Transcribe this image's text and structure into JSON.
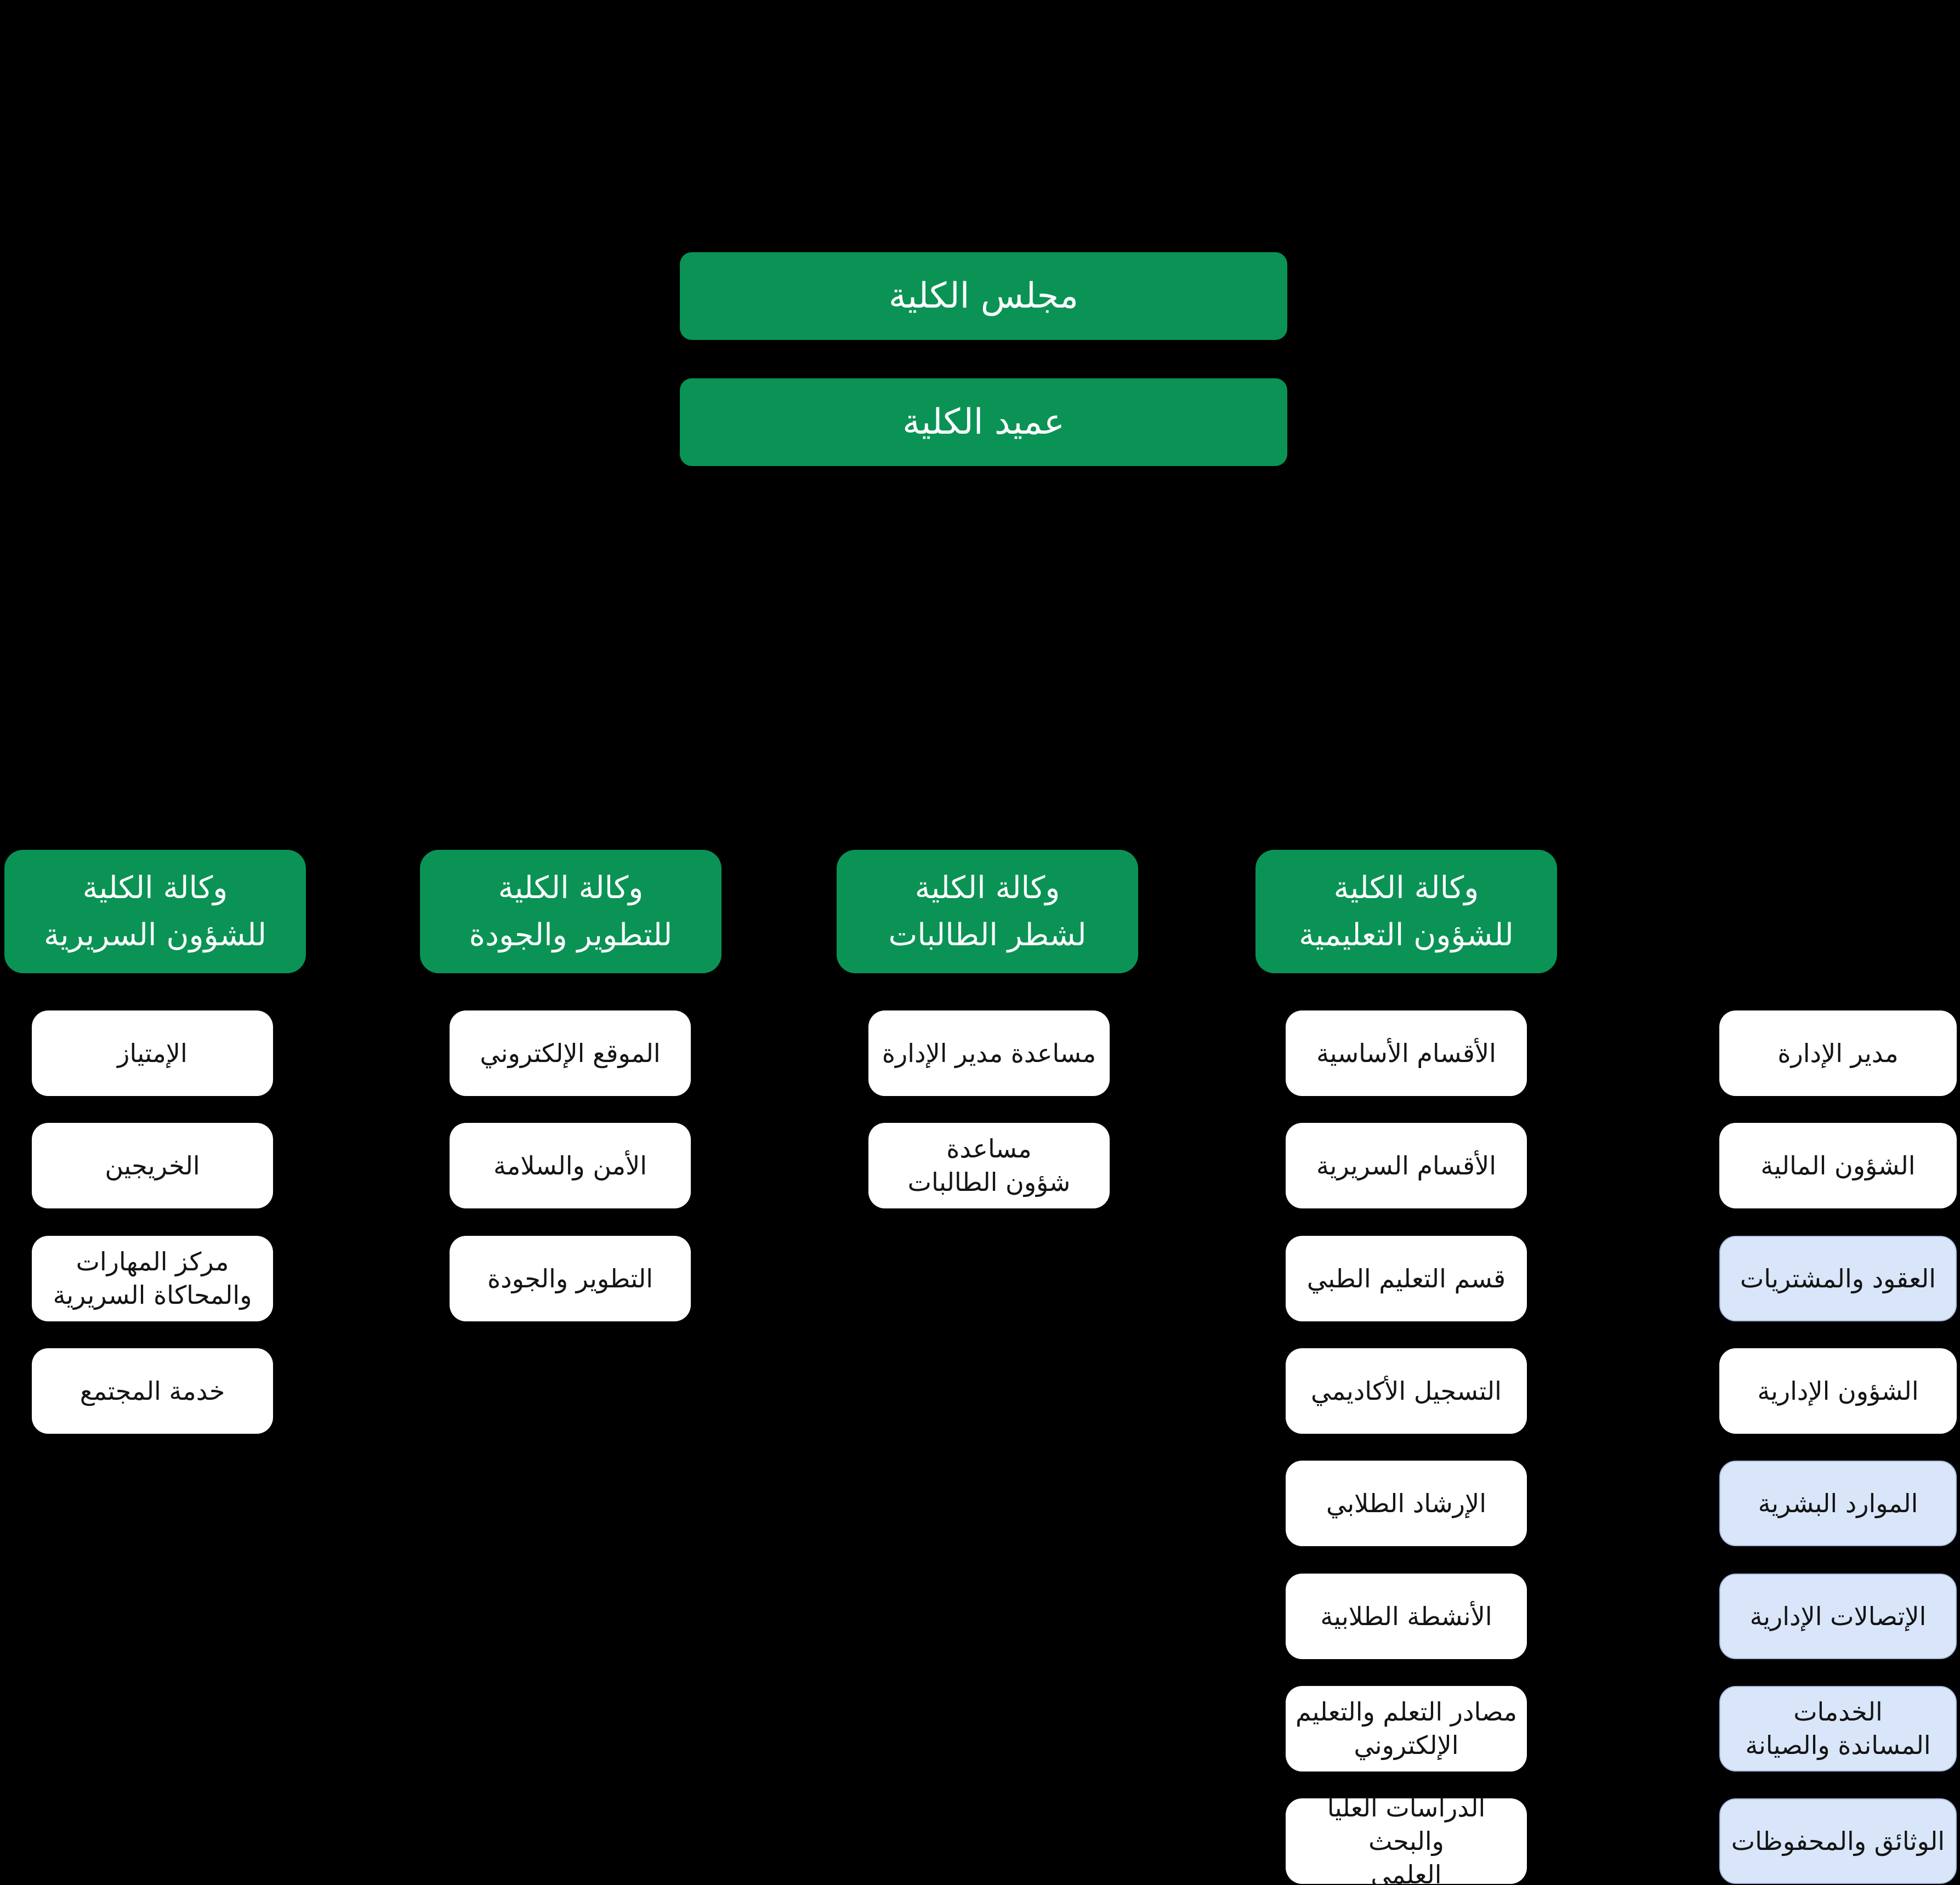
{
  "colors": {
    "background": "#000000",
    "primary_green": "#0a9355",
    "unit_white": "#ffffff",
    "unit_blue": "#d9e6fa",
    "text_on_green": "#ffffff",
    "text_on_light": "#141414"
  },
  "top_nodes": {
    "council": "مجلس الكلية",
    "dean": "عميد الكلية"
  },
  "branches": [
    {
      "header": "وكالة الكلية\nللشؤون السريرية",
      "items": [
        {
          "label": "الإمتياز"
        },
        {
          "label": "الخريجين"
        },
        {
          "label": "مركز المهارات\nوالمحاكاة السريرية"
        },
        {
          "label": "خدمة المجتمع"
        }
      ]
    },
    {
      "header": "وكالة الكلية\nللتطوير والجودة",
      "items": [
        {
          "label": "الموقع الإلكتروني"
        },
        {
          "label": "الأمن والسلامة"
        },
        {
          "label": "التطوير والجودة"
        }
      ]
    },
    {
      "header": "وكالة الكلية\nلشطر الطالبات",
      "items": [
        {
          "label": "مساعدة مدير الإدارة"
        },
        {
          "label": "مساعدة\nشؤون الطالبات"
        }
      ]
    },
    {
      "header": "وكالة الكلية\nللشؤون التعليمية",
      "items": [
        {
          "label": "الأقسام الأساسية"
        },
        {
          "label": "الأقسام السريرية"
        },
        {
          "label": "قسم التعليم الطبي"
        },
        {
          "label": "التسجيل الأكاديمي"
        },
        {
          "label": "الإرشاد الطلابي"
        },
        {
          "label": "الأنشطة الطلابية"
        },
        {
          "label": "مصادر التعلم والتعليم\nالإلكتروني"
        },
        {
          "label": "الدراسات العليا والبحث\nالعلمي"
        }
      ]
    }
  ],
  "admin_column": {
    "items": [
      {
        "label": "مدير الإدارة",
        "variant": "white"
      },
      {
        "label": "الشؤون المالية",
        "variant": "white"
      },
      {
        "label": "العقود والمشتريات",
        "variant": "blue"
      },
      {
        "label": "الشؤون الإدارية",
        "variant": "white"
      },
      {
        "label": "الموارد البشرية",
        "variant": "blue"
      },
      {
        "label": "الإتصالات الإدارية",
        "variant": "blue"
      },
      {
        "label": "الخدمات\nالمساندة والصيانة",
        "variant": "blue"
      },
      {
        "label": "الوثائق والمحفوظات",
        "variant": "blue"
      }
    ]
  }
}
